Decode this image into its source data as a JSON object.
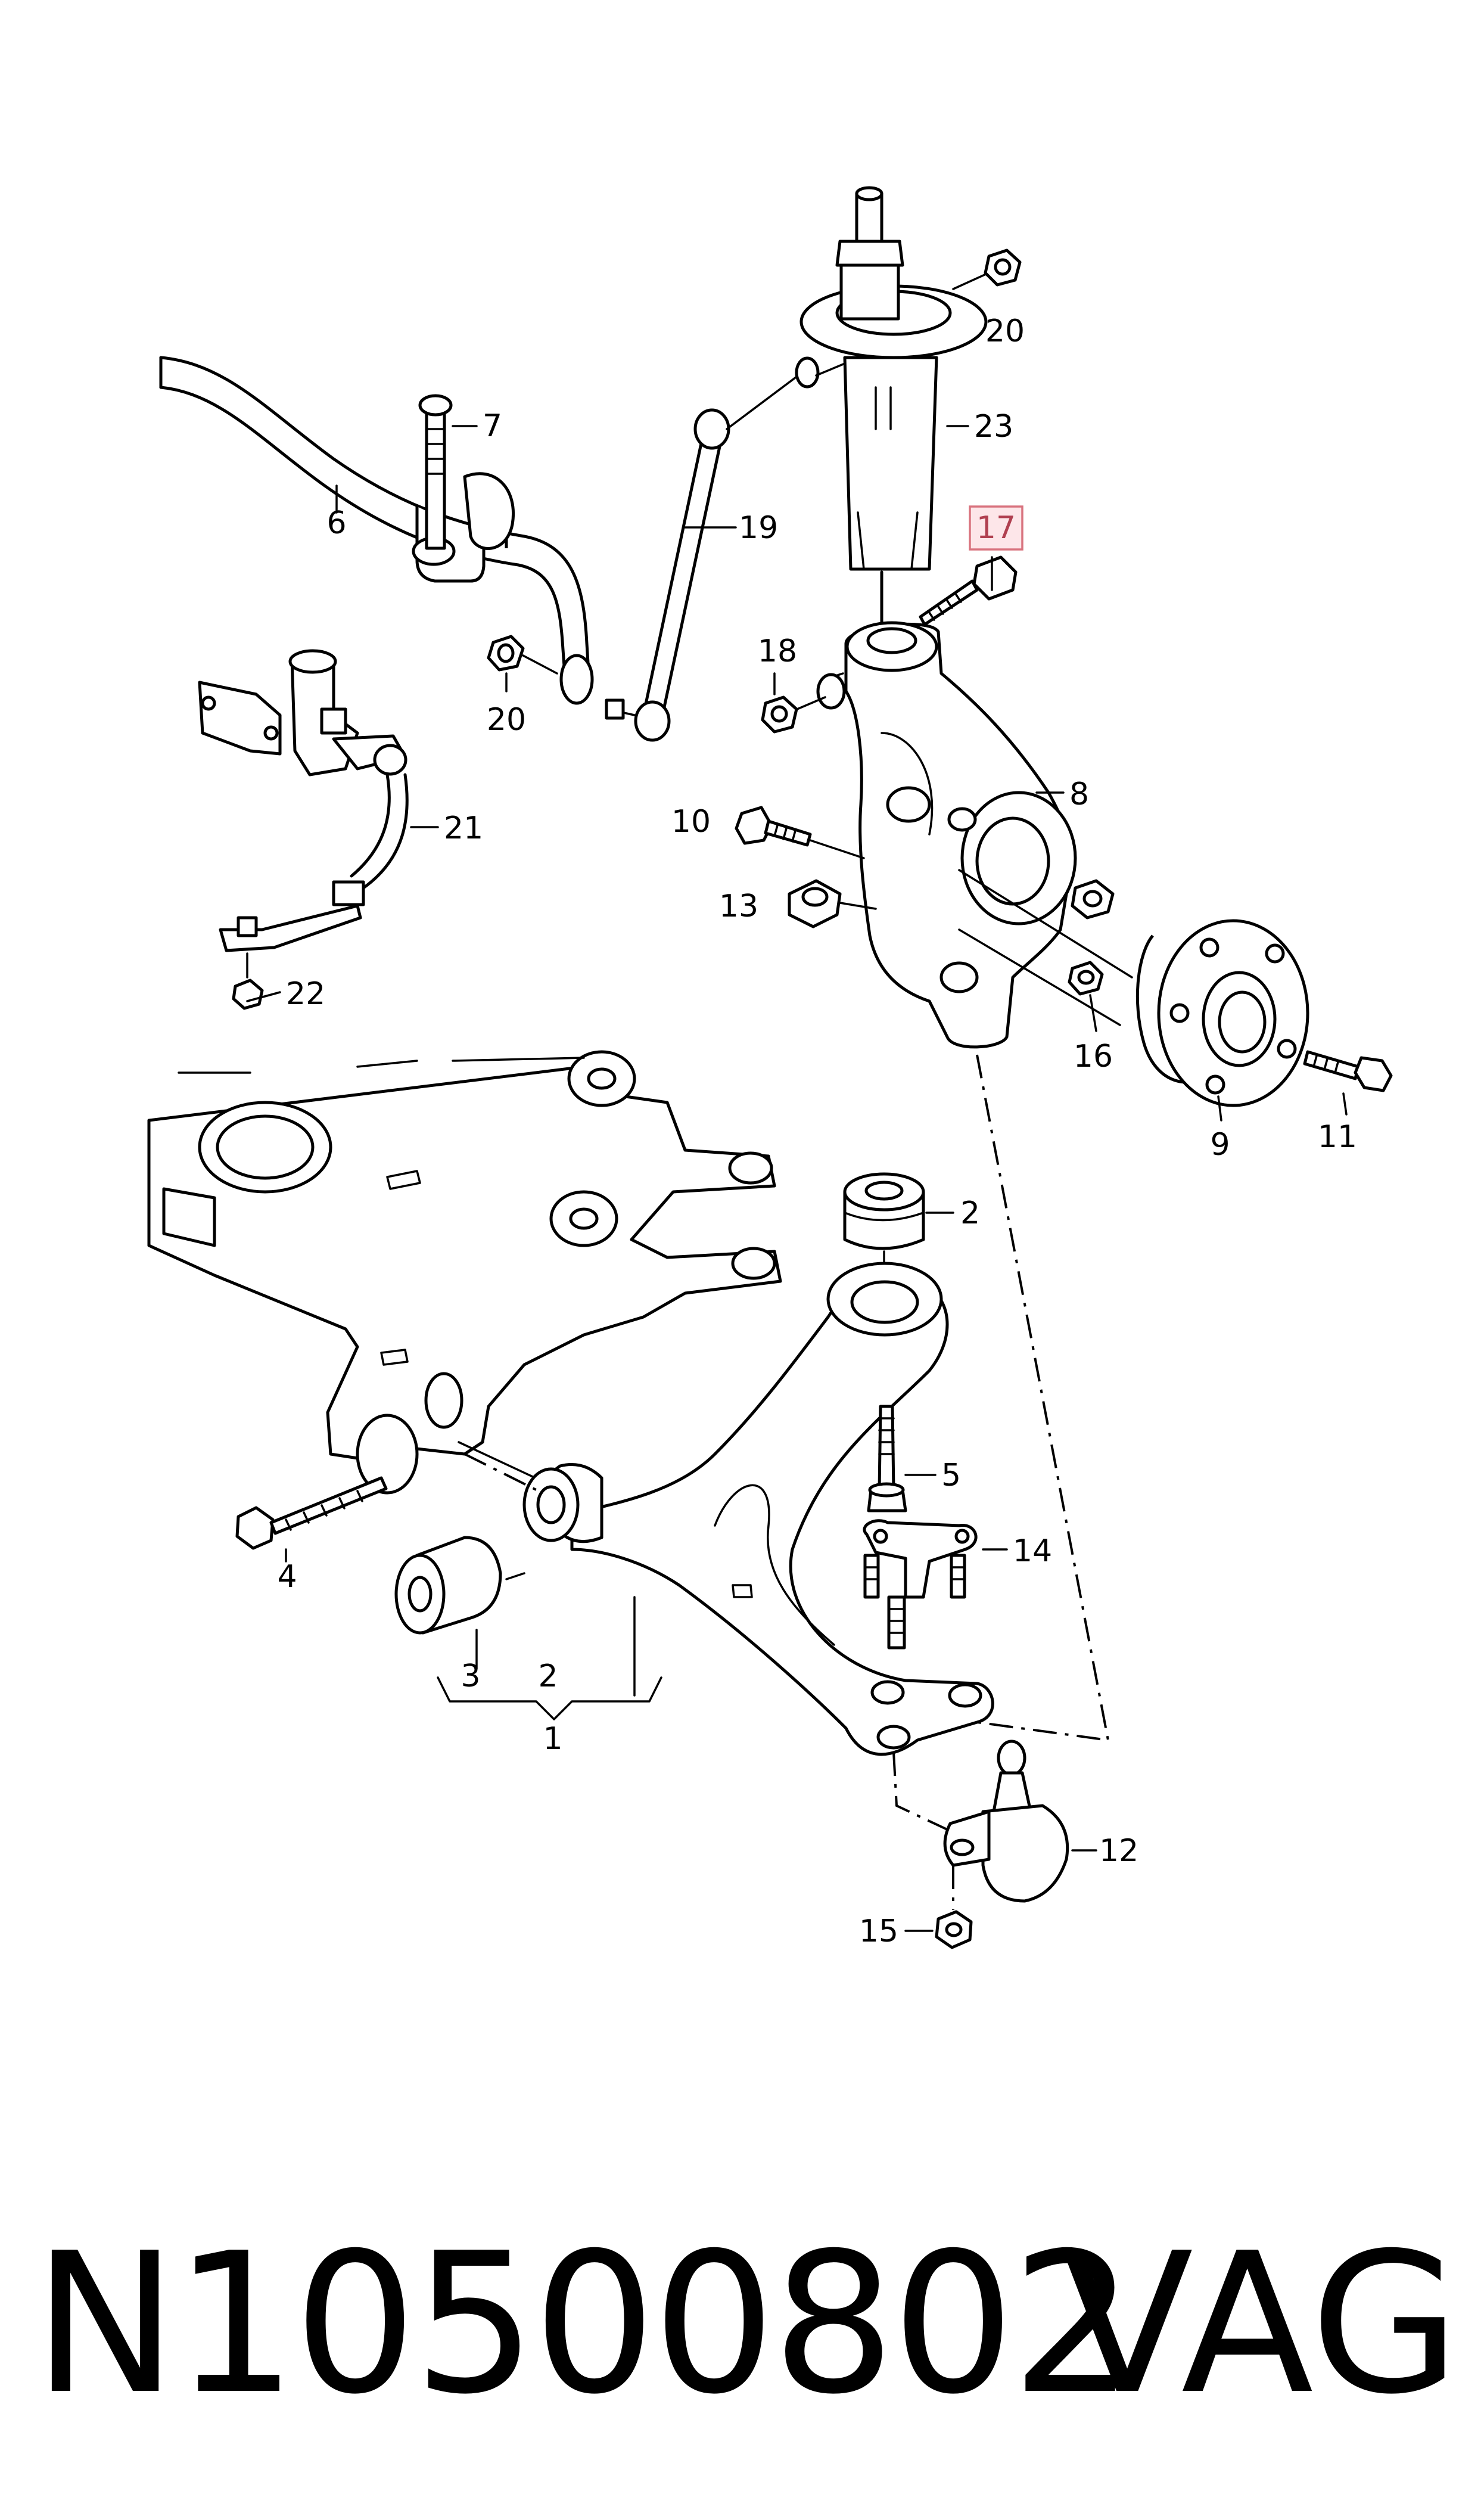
{
  "callouts": {
    "c1": "1",
    "c2a": "2",
    "c2b": "2",
    "c3": "3",
    "c4": "4",
    "c5": "5",
    "c6": "6",
    "c7": "7",
    "c8": "8",
    "c9": "9",
    "c10": "10",
    "c11": "11",
    "c12": "12",
    "c13": "13",
    "c14": "14",
    "c15": "15",
    "c16": "16",
    "c17": "17",
    "c18": "18",
    "c19": "19",
    "c20a": "20",
    "c20b": "20",
    "c21": "21",
    "c22": "22",
    "c23": "23"
  },
  "highlighted_callout": "17",
  "colors": {
    "line": "#000000",
    "highlight_fill": "#fde6e9",
    "highlight_border": "#d9747f"
  },
  "footer": {
    "part_number": "N10500802",
    "brand": "VAG"
  }
}
